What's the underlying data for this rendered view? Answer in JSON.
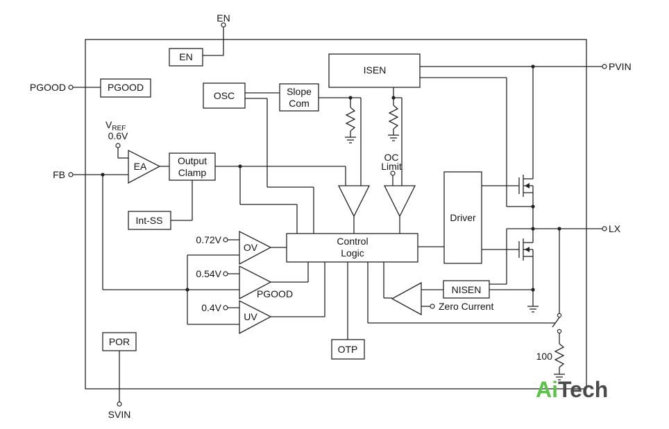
{
  "pins": {
    "en": "EN",
    "pgood": "PGOOD",
    "fb": "FB",
    "pvin": "PVIN",
    "lx": "LX",
    "svin": "SVIN"
  },
  "blocks": {
    "en": "EN",
    "pgood": "PGOOD",
    "osc": "OSC",
    "slope_com_line1": "Slope",
    "slope_com_line2": "Com",
    "isen": "ISEN",
    "output_clamp_line1": "Output",
    "output_clamp_line2": "Clamp",
    "int_ss": "Int-SS",
    "driver": "Driver",
    "control_logic_line1": "Control",
    "control_logic_line2": "Logic",
    "nisen": "NISEN",
    "otp": "OTP",
    "por": "POR"
  },
  "amplifiers": {
    "ea": "EA",
    "ov": "OV",
    "pgood": "PGOOD",
    "uv": "UV"
  },
  "labels": {
    "vref_main": "V",
    "vref_sub": "REF",
    "vref_value": "0.6V",
    "ov_threshold": "0.72V",
    "pgood_threshold": "0.54V",
    "uv_threshold": "0.4V",
    "oc_line1": "OC",
    "oc_line2": "Limit",
    "zero_current": "Zero Current",
    "resistor_100": "100"
  },
  "logo": {
    "part1": "Ai",
    "part2": "Tech"
  },
  "colors": {
    "logo_green": "#5cc24a",
    "logo_gray": "#4a4a4a",
    "line": "#222222"
  }
}
